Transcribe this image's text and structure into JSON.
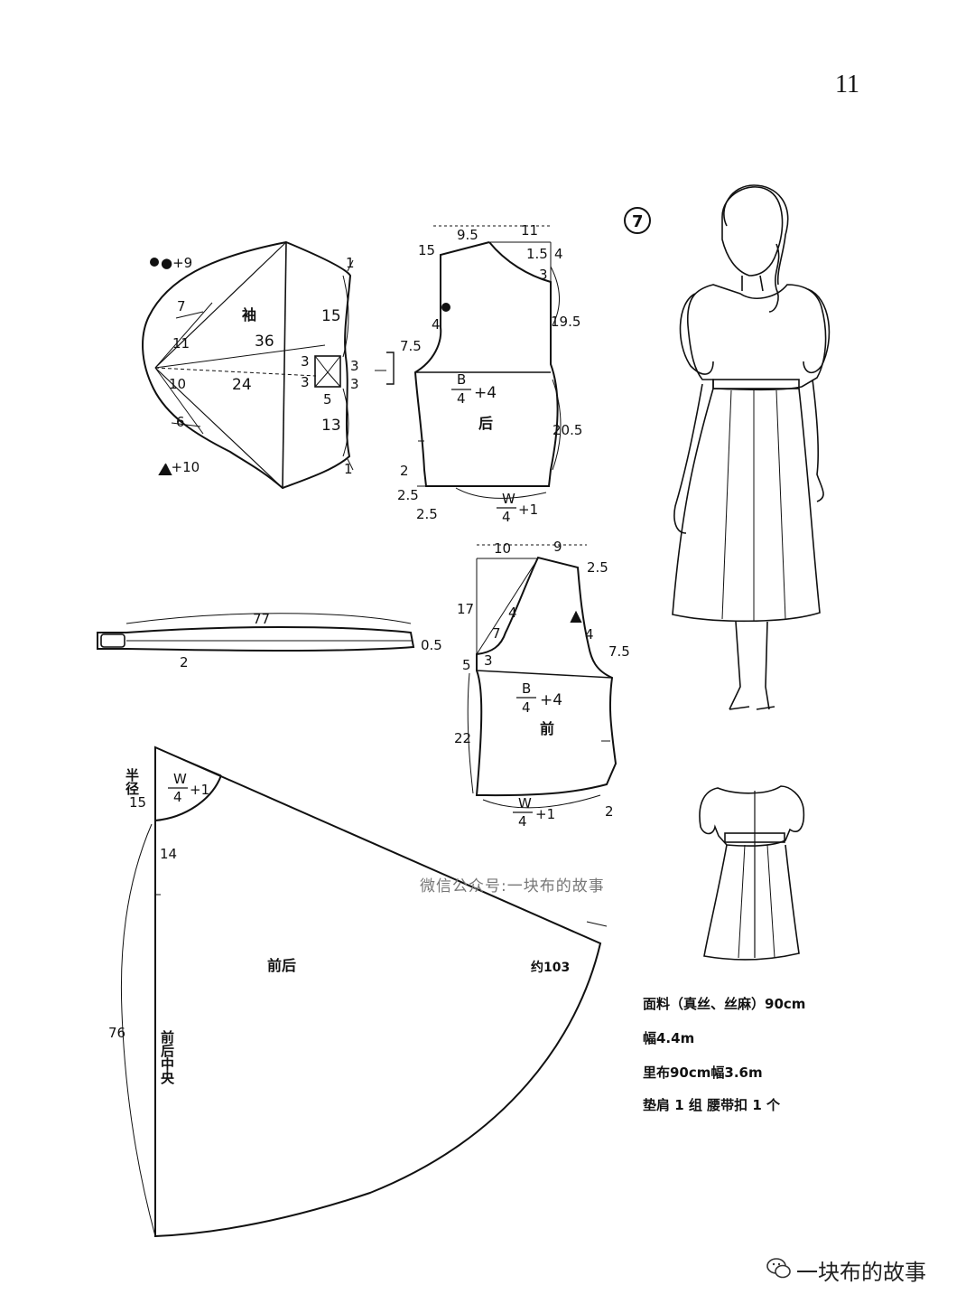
{
  "page_number": "11",
  "style_number": "⑦",
  "sleeve": {
    "title": "袖",
    "dot_mark": "●+9",
    "triangle_mark": "▲+10",
    "labels": [
      "7",
      "11",
      "36",
      "10",
      "24",
      "6",
      "15",
      "13",
      "1",
      "1",
      "3",
      "3",
      "3",
      "3",
      "5"
    ]
  },
  "back_bodice": {
    "title": "后",
    "bust_numer": "B",
    "bust_denom": "4",
    "bust_add": "+4",
    "waist_numer": "W",
    "waist_denom": "4",
    "waist_add": "+1",
    "labels": [
      "9.5",
      "11",
      "15",
      "1.5",
      "4",
      "3",
      "4",
      "7.5",
      "19.5",
      "20.5",
      "2",
      "2.5",
      "2.5"
    ]
  },
  "front_bodice": {
    "title": "前",
    "bust_numer": "B",
    "bust_denom": "4",
    "bust_add": "+4",
    "waist_numer": "W",
    "waist_denom": "4",
    "waist_add": "+1",
    "labels": [
      "10",
      "9",
      "2.5",
      "17",
      "4",
      "7",
      "4",
      "7.5",
      "5",
      "3",
      "22",
      "2"
    ]
  },
  "belt": {
    "labels": [
      "77",
      "0.5",
      "2"
    ]
  },
  "skirt": {
    "title": "前后",
    "center_label": "前后中央",
    "radius_label": "半径",
    "radius_value": "15",
    "waist_numer": "W",
    "waist_denom": "4",
    "waist_add": "+1",
    "labels": [
      "14",
      "76",
      "约103"
    ]
  },
  "watermark": "微信公众号:一块布的故事",
  "fabric_notes": [
    "面料（真丝、丝麻）90cm",
    "幅4.4m",
    "里布90cm幅3.6m",
    "垫肩 1 组   腰带扣 1 个"
  ],
  "brand": "一块布的故事"
}
